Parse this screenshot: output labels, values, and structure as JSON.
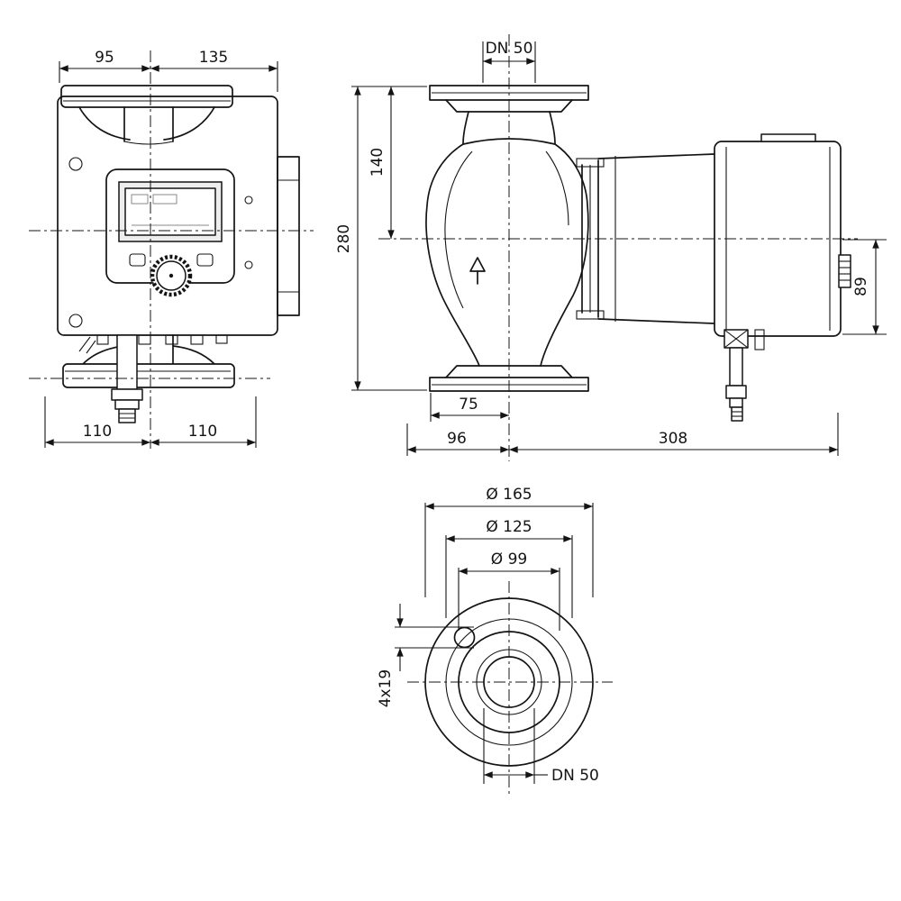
{
  "colors": {
    "background": "#ffffff",
    "line": "#141414",
    "lcd_fill": "#ededed"
  },
  "drawing": {
    "dims": {
      "front_top_left": "95",
      "front_top_right": "135",
      "front_bottom_left": "110",
      "front_bottom_right": "110",
      "side_nominal": "DN 50",
      "side_flange_to_axis": "140",
      "side_overall": "280",
      "side_box_depth": "89",
      "side_offset": "75",
      "side_front": "96",
      "side_rear": "308",
      "flange_outer": "Ø 165",
      "flange_bolt_circle": "Ø 125",
      "flange_pilot": "Ø 99",
      "flange_holes": "4x19",
      "flange_nominal": "DN 50"
    }
  }
}
